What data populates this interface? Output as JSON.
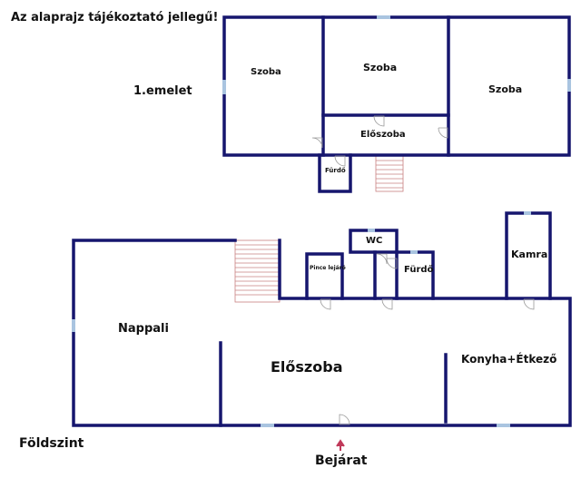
{
  "title": "Az alaprajz tájékoztató jellegű!",
  "upper_floor": {
    "label": "1.emelet",
    "rooms": [
      "Szoba",
      "Szoba",
      "Szoba",
      "Előszoba",
      "Fürdő"
    ]
  },
  "ground_floor": {
    "label": "Földszint",
    "rooms": [
      "Nappali",
      "Előszoba",
      "Konyha+Étkező",
      "Pince lejáró",
      "WC",
      "Fürdő",
      "Kamra"
    ]
  },
  "entrance": "Bejárat",
  "colors": {
    "wall": "#16166e",
    "window": "#a9c4e0",
    "stair": "#c98080",
    "arrow": "#c0395a"
  }
}
